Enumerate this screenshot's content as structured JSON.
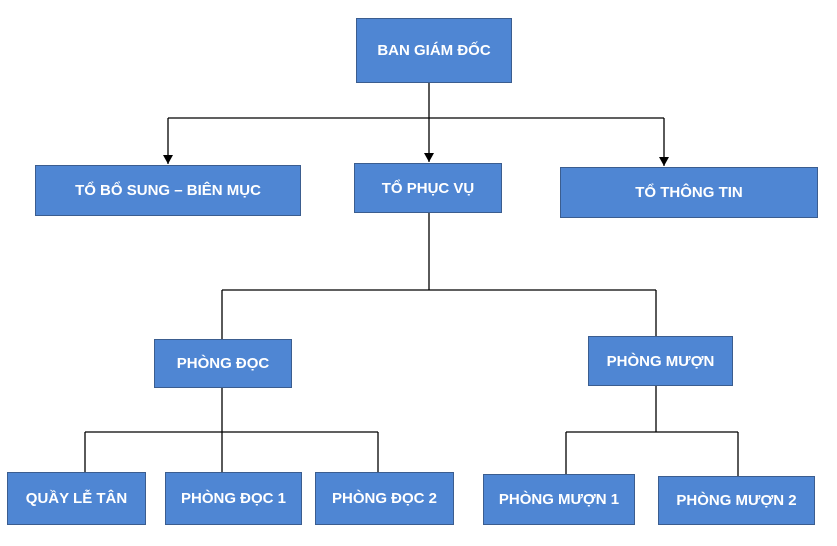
{
  "nodes": {
    "ban_giam_doc": "BAN GIÁM ĐỐC",
    "to_bo_sung": "TỔ  BỔ SUNG – BIÊN MỤC",
    "to_phuc_vu": "TỔ PHỤC VỤ",
    "to_thong_tin": "TỔ THÔNG TIN",
    "phong_doc": "PHÒNG ĐỌC",
    "phong_muon": "PHÒNG MƯỢN",
    "quay_le_tan": "QUẦY LỄ TÂN",
    "phong_doc_1": "PHÒNG ĐỌC 1",
    "phong_doc_2": "PHÒNG ĐỌC 2",
    "phong_muon_1": "PHÒNG MƯỢN 1",
    "phong_muon_2": "PHÒNG MƯỢN 2"
  },
  "colors": {
    "box_fill": "#4f86d3",
    "box_border": "#3b5d8f",
    "text": "#ffffff",
    "line": "#000000"
  }
}
